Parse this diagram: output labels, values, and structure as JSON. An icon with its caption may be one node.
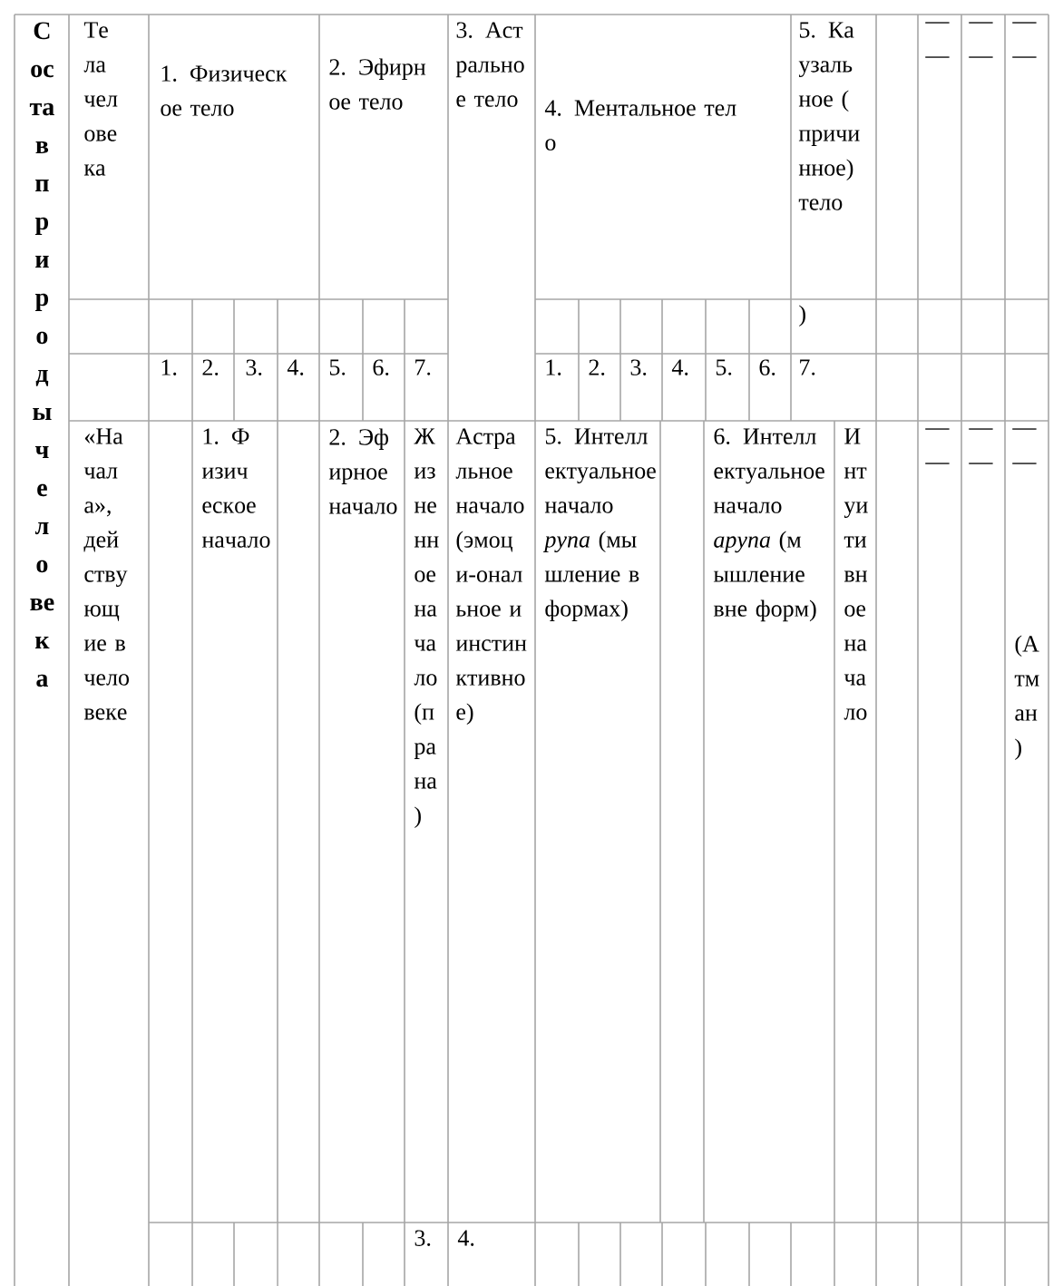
{
  "diagram": {
    "labels": [
      "Состав природы человека",
      "Тела человека",
      "1. Физическое тело",
      "2. Эфирное тело",
      "3. Астральное тело",
      "4. Ментальное тело",
      "5. Каузальное (причинное) тело",
      "— —",
      "— —",
      "— —",
      ")",
      "1.",
      "2.",
      "3.",
      "4.",
      "5.",
      "6.",
      "7.",
      "1.",
      "2.",
      "3.",
      "4.",
      "5.",
      "6.",
      "7.",
      "«Начала», действующие в человеке",
      "1. Физическое начало",
      "2. Эфирное начало",
      "Жизненное начало (прана)",
      "Астральное начало (эмоци-ональное и инстинктивное)",
      "5. Интеллектуальное начало *рупа* (мышление в формах)",
      "6. Интеллектуальное начало *арупа* (мышление вне форм)",
      "Интуитивное начало",
      "— —",
      "— —",
      "— —",
      "(Атман)",
      "3.",
      "4."
    ]
  }
}
